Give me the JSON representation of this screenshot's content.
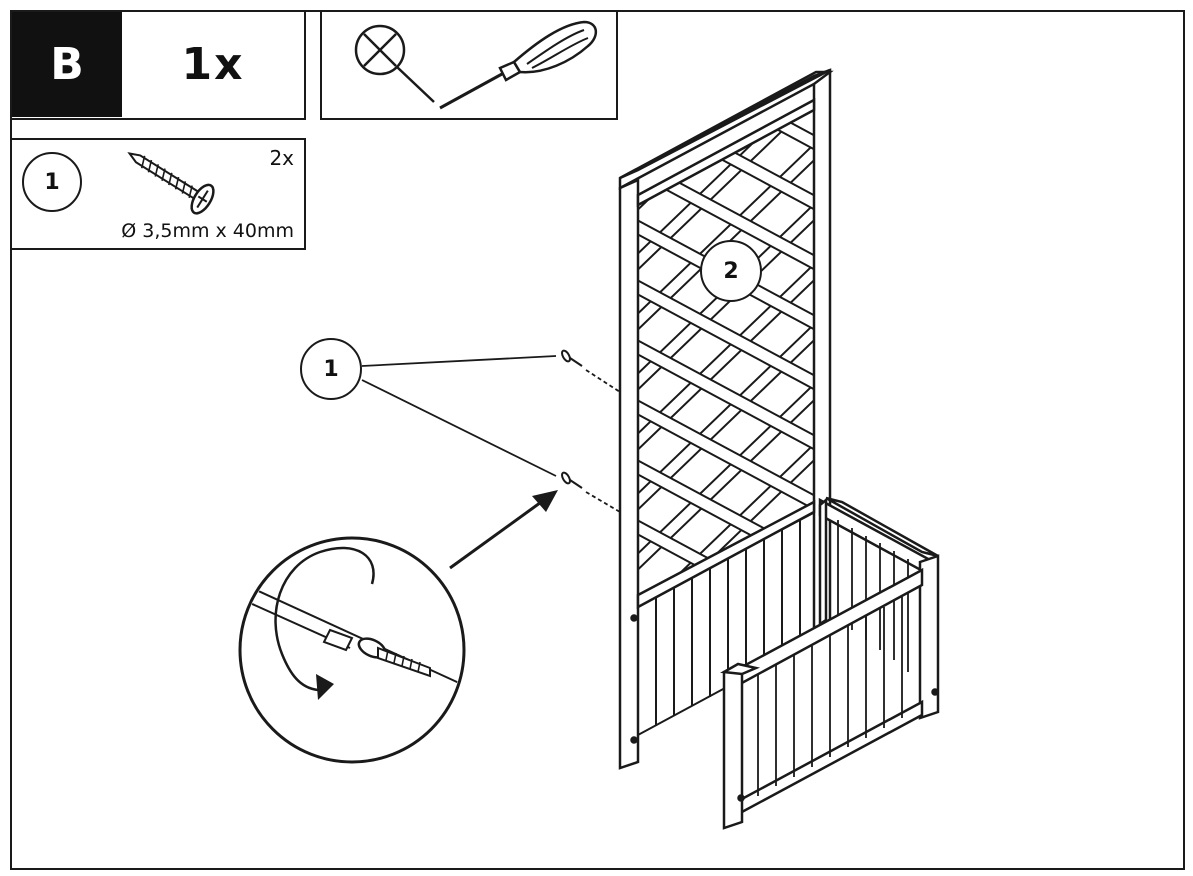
{
  "step": {
    "letter": "B",
    "quantity": "1x"
  },
  "parts": [
    {
      "number": "1",
      "count": "2x",
      "dimensions": "Ø 3,5mm x 40mm"
    }
  ],
  "tools": {
    "screwdriver": "screwdriver-icon",
    "no_drill": "crossed-circle-icon"
  },
  "callouts": {
    "screw_label": "1",
    "trellis_label": "2"
  }
}
